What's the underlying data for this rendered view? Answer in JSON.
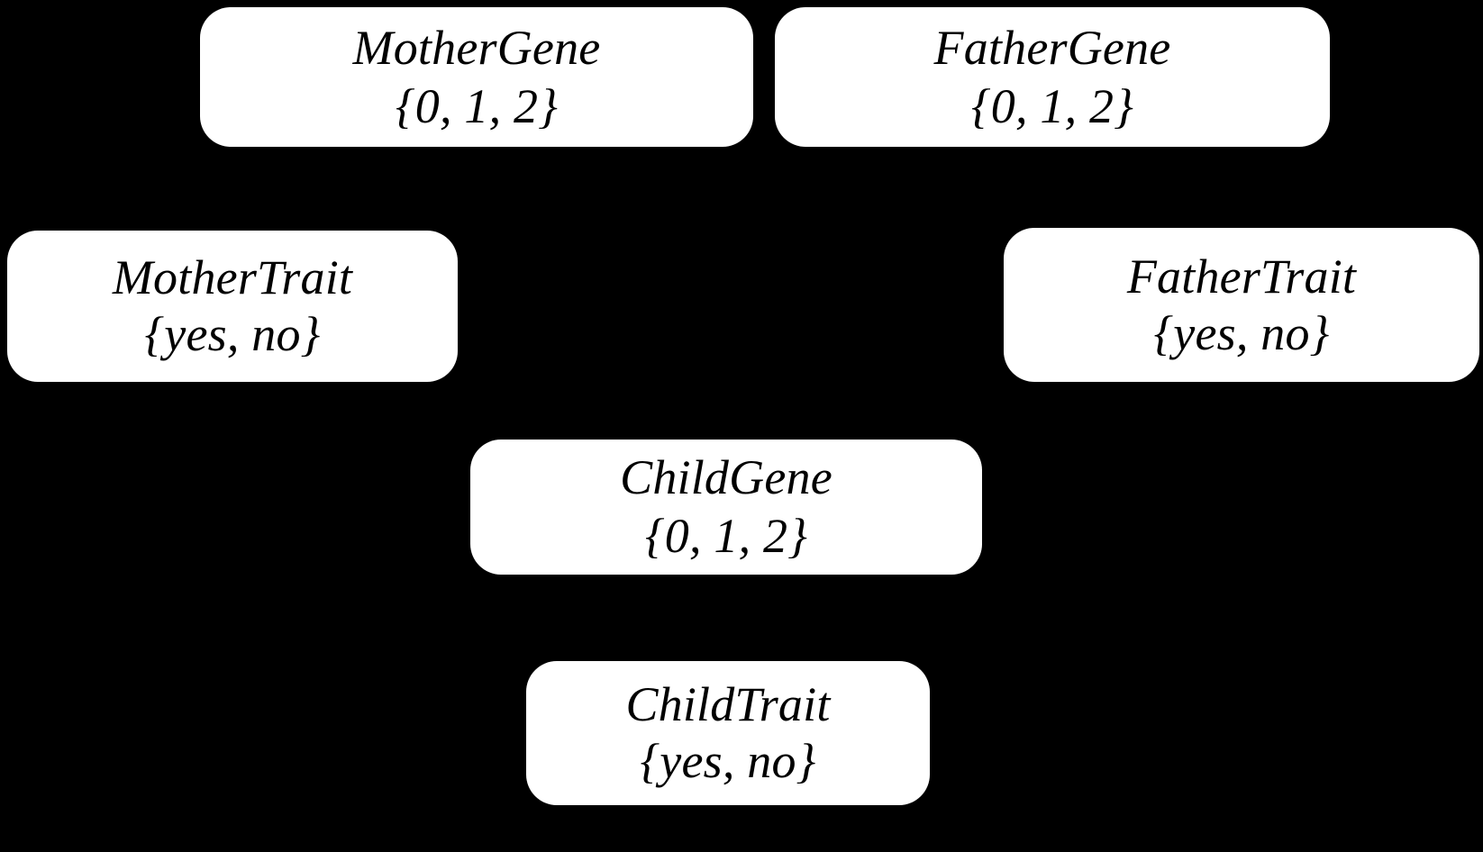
{
  "diagram": {
    "type": "bayesian-network",
    "background_color": "#000000",
    "node_fill_color": "#ffffff",
    "node_text_color": "#000000",
    "nodes": [
      {
        "id": "mother-gene",
        "label": "MotherGene",
        "domain": "{0, 1, 2}"
      },
      {
        "id": "father-gene",
        "label": "FatherGene",
        "domain": "{0, 1, 2}"
      },
      {
        "id": "mother-trait",
        "label": "MotherTrait",
        "domain": "{yes, no}"
      },
      {
        "id": "father-trait",
        "label": "FatherTrait",
        "domain": "{yes, no}"
      },
      {
        "id": "child-gene",
        "label": "ChildGene",
        "domain": "{0, 1, 2}"
      },
      {
        "id": "child-trait",
        "label": "ChildTrait",
        "domain": "{yes, no}"
      }
    ]
  }
}
